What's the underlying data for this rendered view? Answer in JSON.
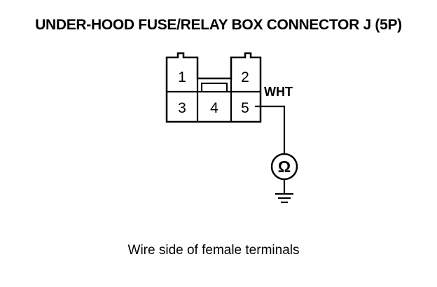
{
  "title": "UNDER-HOOD FUSE/RELAY BOX CONNECTOR J (5P)",
  "connector": {
    "terminals": {
      "t1": "1",
      "t2": "2",
      "t3": "3",
      "t4": "4",
      "t5": "5"
    },
    "wire_color": "WHT"
  },
  "meter": {
    "symbol": "Ω"
  },
  "caption": "Wire side of female terminals"
}
